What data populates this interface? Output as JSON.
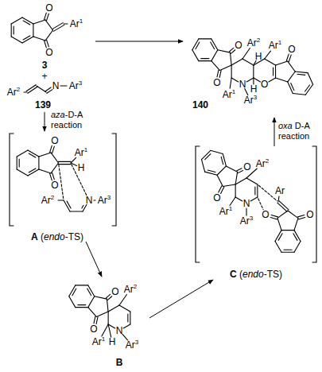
{
  "diagram": {
    "labels": [
      "O",
      "O",
      "Ar1",
      "3",
      "+",
      "Ar2",
      "N",
      "Ar3",
      "139",
      "aza-D-A reaction",
      "oxa D-A reaction",
      "O",
      "Ar2",
      "H",
      "Ar1",
      "O",
      "O",
      "N",
      "H",
      "O",
      "Ar1",
      "Ar3",
      "140",
      "O",
      "Ar1",
      "H",
      "O",
      "Ar2",
      "N",
      "Ar3",
      "A (endo-TS)",
      "O",
      "Ar2",
      "O",
      "Ar1",
      "H",
      "N",
      "Ar3",
      "B",
      "O",
      "Ar2",
      "O",
      "Ar",
      "N",
      "Ar1",
      "O",
      "O",
      "Ar3",
      "C (endo-TS)"
    ]
  }
}
